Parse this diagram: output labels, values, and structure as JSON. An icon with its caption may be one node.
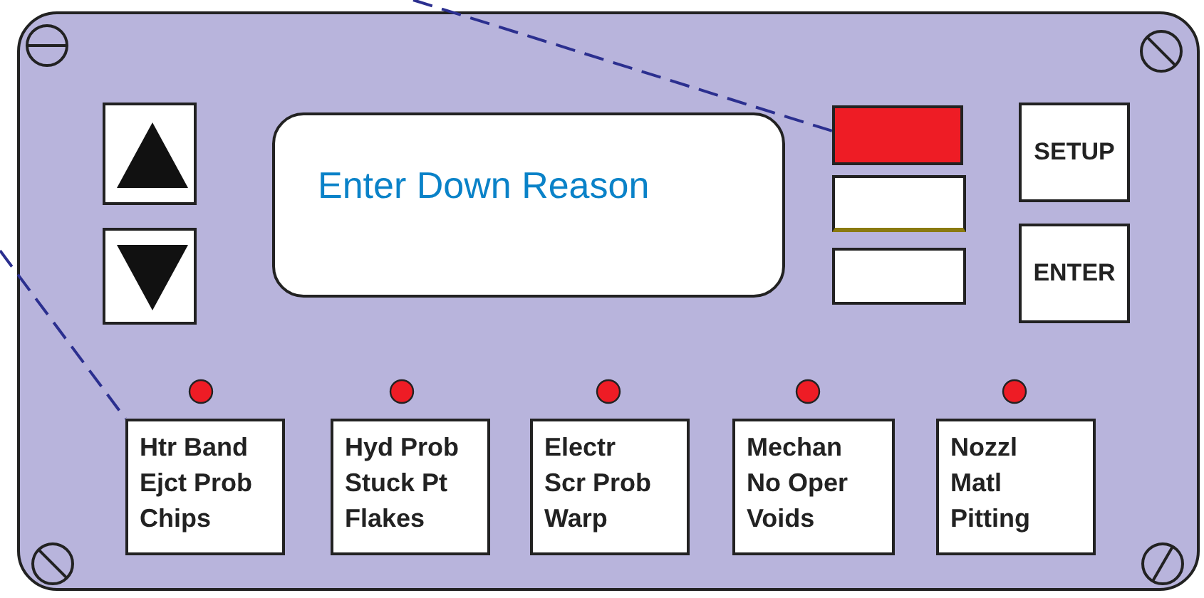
{
  "diagram": {
    "nodes": [
      {
        "text": [],
        "shape": "box"
      },
      {
        "text": [],
        "shape": "box",
        "in": 0
      },
      {
        "text": [
          "Enter Down Reason"
        ],
        "in": 0
      },
      {
        "text": [],
        "shape": "box",
        "in": 0
      },
      {
        "text": [
          "SETUP"
        ],
        "in": 0
      },
      {
        "text": [],
        "shape": "box",
        "in": 0
      },
      {
        "text": [],
        "shape": "box",
        "in": 0
      },
      {
        "text": [
          "ENTER"
        ],
        "in": 0
      },
      {
        "text": [],
        "shape": "box",
        "in": 0
      },
      {
        "text": [
          "Htr Band",
          "Ejct Prob",
          "Chips"
        ],
        "in": 0
      },
      {
        "text": [
          "Hyd Prob",
          "Stuck Pt",
          "Flakes"
        ],
        "in": 0
      },
      {
        "text": [
          "Electr",
          "Scr Prob",
          "Warp"
        ],
        "in": 0
      },
      {
        "text": [
          "Mechan",
          "No Oper",
          "Voids"
        ],
        "in": 0
      },
      {
        "text": [
          "Nozzl",
          "Matl",
          "Pitting"
        ],
        "in": 0
      }
    ],
    "edges": [
      {
        "from": null,
        "to": 3,
        "arrow": "none",
        "style": "dashed"
      },
      {
        "from": null,
        "to": 9,
        "arrow": "none",
        "style": "dashed"
      }
    ]
  }
}
